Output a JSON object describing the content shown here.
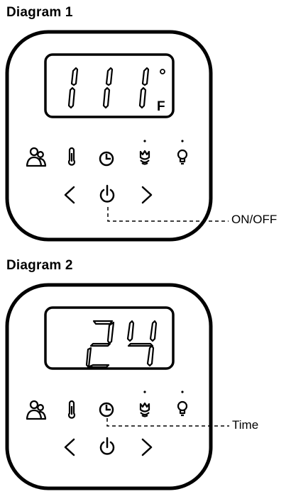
{
  "diagram1": {
    "title": "Diagram 1",
    "display": {
      "digits": "111",
      "unit": "F",
      "degree_symbol": true
    },
    "buttons": [
      "person-icon",
      "thermometer-icon",
      "clock-icon",
      "tulip-icon",
      "bulb-icon",
      "left-chevron-icon",
      "power-icon",
      "right-chevron-icon"
    ],
    "callout": "ON/OFF"
  },
  "diagram2": {
    "title": "Diagram 2",
    "display": {
      "digits": "24"
    },
    "buttons": [
      "person-icon",
      "thermometer-icon",
      "clock-icon",
      "tulip-icon",
      "bulb-icon",
      "left-chevron-icon",
      "power-icon",
      "right-chevron-icon"
    ],
    "callout": "Time"
  }
}
